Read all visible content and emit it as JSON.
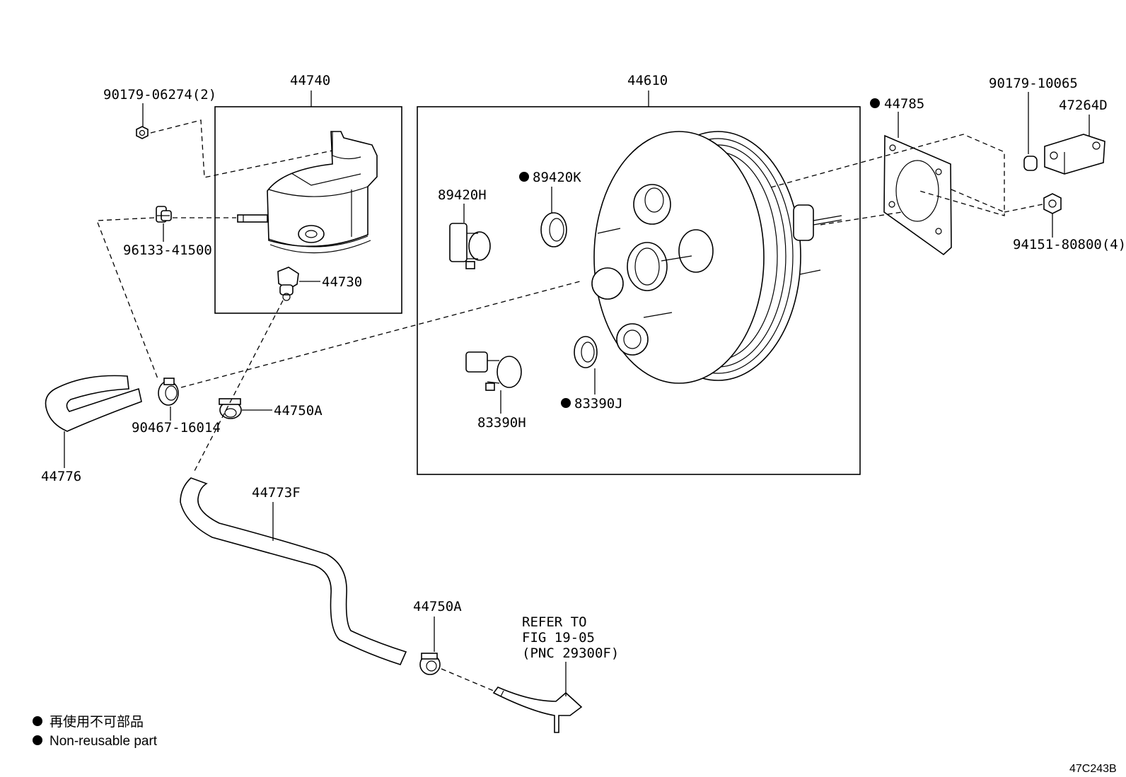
{
  "labels": {
    "p90179_06274": "90179-06274(2)",
    "p44740": "44740",
    "p44610": "44610",
    "p44785": "44785",
    "p90179_10065": "90179-10065",
    "p47264D": "47264D",
    "p96133_41500": "96133-41500",
    "p44730": "44730",
    "p89420H": "89420H",
    "p89420K": "89420K",
    "p94151_80800": "94151-80800(4)",
    "p90467_16014": "90467-16014",
    "p44750A_1": "44750A",
    "p44776": "44776",
    "p83390H": "83390H",
    "p83390J": "83390J",
    "p44773F": "44773F",
    "p44750A_2": "44750A",
    "refer_line1": "REFER TO",
    "refer_line2": "FIG 19-05",
    "refer_line3": "(PNC 29300F)"
  },
  "legend": {
    "jp": "再使用不可部品",
    "en": "Non-reusable part"
  },
  "figure_code": "47C243B",
  "non_reusable_marker_color": "#000000"
}
